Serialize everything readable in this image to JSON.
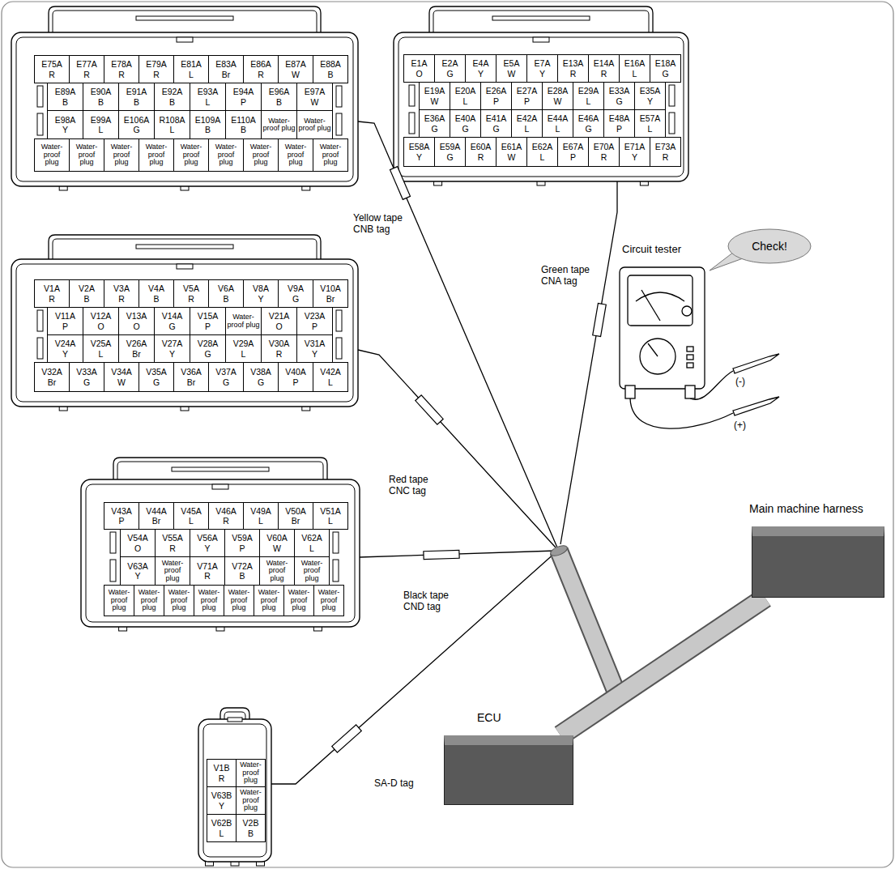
{
  "diagram": {
    "nodes": [
      {
        "text": [
          "Check!"
        ]
      },
      {
        "text": [
          "Main machine harness"
        ]
      },
      {
        "text": [
          "ECU"
        ]
      }
    ],
    "edges": [
      {
        "from": 2,
        "to": 1,
        "arrow": "none"
      }
    ],
    "labels": [
      "E75A",
      "R",
      "E77A",
      "R",
      "E78A",
      "R",
      "E79A",
      "R",
      "E81A",
      "L",
      "E83A",
      "Br",
      "E86A",
      "R",
      "E87A",
      "W",
      "E88A",
      "B",
      "E89A",
      "B",
      "E90A",
      "B",
      "E91A",
      "B",
      "E92A",
      "B",
      "E93A",
      "L",
      "E94A",
      "P",
      "E96A",
      "B",
      "E97A",
      "W",
      "E98A",
      "Y",
      "E99A",
      "L",
      "E106A",
      "G",
      "R108A",
      "L",
      "E109A",
      "B",
      "E110A",
      "B",
      "Water-proof plug",
      "Water-proof plug",
      "Water-proof plug",
      "Water-proof plug",
      "Water-proof plug",
      "Water-proof plug",
      "Water-proof plug",
      "Water-proof plug",
      "Water-proof plug",
      "Water-proof plug",
      "Water-proof plug",
      "E1A",
      "O",
      "E2A",
      "G",
      "E4A",
      "Y",
      "E5A",
      "W",
      "E7A",
      "Y",
      "E13A",
      "R",
      "E14A",
      "R",
      "E16A",
      "L",
      "E18A",
      "G",
      "E19A",
      "W",
      "E20A",
      "L",
      "E26A",
      "P",
      "E27A",
      "P",
      "E28A",
      "W",
      "E29A",
      "L",
      "E33A",
      "G",
      "E35A",
      "Y",
      "E36A",
      "G",
      "E40A",
      "G",
      "E41A",
      "G",
      "E42A",
      "L",
      "E44A",
      "L",
      "E46A",
      "G",
      "E48A",
      "P",
      "E57A",
      "L",
      "E58A",
      "Y",
      "E59A",
      "G",
      "E60A",
      "R",
      "E61A",
      "W",
      "E62A",
      "L",
      "E67A",
      "P",
      "E70A",
      "R",
      "E71A",
      "Y",
      "E73A",
      "R",
      "V1A",
      "R",
      "V2A",
      "B",
      "V3A",
      "R",
      "V4A",
      "B",
      "V5A",
      "R",
      "V6A",
      "B",
      "V8A",
      "Y",
      "V9A",
      "G",
      "V10A",
      "Br",
      "V11A",
      "P",
      "V12A",
      "O",
      "V13A",
      "O",
      "V14A",
      "G",
      "V15A",
      "P",
      "Water-proof plug",
      "V21A",
      "O",
      "V23A",
      "P",
      "V24A",
      "Y",
      "V25A",
      "L",
      "V26A",
      "Br",
      "V27A",
      "Y",
      "V28A",
      "G",
      "V29A",
      "L",
      "V30A",
      "R",
      "V31A",
      "Y",
      "V32A",
      "Br",
      "V33A",
      "G",
      "V34A",
      "W",
      "V35A",
      "G",
      "V36A",
      "Br",
      "V37A",
      "G",
      "V38A",
      "G",
      "V40A",
      "P",
      "V42A",
      "L",
      "V43A",
      "P",
      "V44A",
      "Br",
      "V45A",
      "L",
      "V46A",
      "R",
      "V49A",
      "L",
      "V50A",
      "Br",
      "V51A",
      "L",
      "V54A",
      "O",
      "V55A",
      "R",
      "V56A",
      "Y",
      "V59A",
      "P",
      "V60A",
      "W",
      "V62A",
      "L",
      "V63A",
      "Y",
      "Water-proof plug",
      "V71A",
      "R",
      "V72A",
      "B",
      "Water-proof plug",
      "Water-proof plug",
      "Water-proof plug",
      "Water-proof plug",
      "Water-proof plug",
      "Water-proof plug",
      "Water-proof plug",
      "Water-proof plug",
      "Water-proof plug",
      "Water-proof plug",
      "V1B",
      "R",
      "Water-proof plug",
      "V63B",
      "Y",
      "Water-proof plug",
      "V62B",
      "L",
      "V2B",
      "B",
      "Yellow tape CNB tag",
      "Green tape CNA tag",
      "Red tape CNC tag",
      "Black tape CND tag",
      "SA-D tag",
      "Circuit tester",
      "(-)",
      "(+)"
    ]
  }
}
